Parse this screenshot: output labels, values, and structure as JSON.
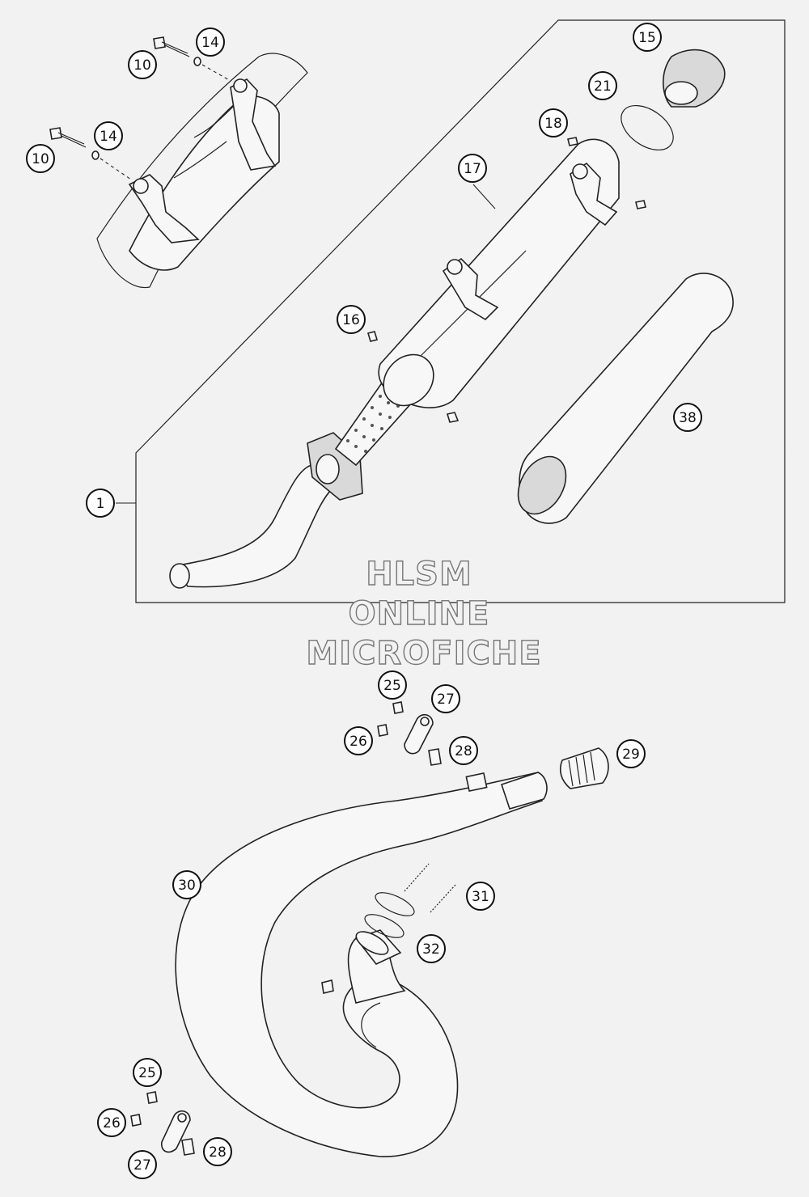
{
  "watermark": {
    "line1": "HLSM",
    "line2": "ONLINE",
    "line3": "MICROFICHE"
  },
  "callouts": [
    {
      "id": "c-10a",
      "label": "10"
    },
    {
      "id": "c-14a",
      "label": "14"
    },
    {
      "id": "c-10b",
      "label": "10"
    },
    {
      "id": "c-14b",
      "label": "14"
    },
    {
      "id": "c-15",
      "label": "15"
    },
    {
      "id": "c-21",
      "label": "21"
    },
    {
      "id": "c-18",
      "label": "18"
    },
    {
      "id": "c-17",
      "label": "17"
    },
    {
      "id": "c-16",
      "label": "16"
    },
    {
      "id": "c-38",
      "label": "38"
    },
    {
      "id": "c-1",
      "label": "1"
    },
    {
      "id": "c-25a",
      "label": "25"
    },
    {
      "id": "c-27a",
      "label": "27"
    },
    {
      "id": "c-26a",
      "label": "26"
    },
    {
      "id": "c-28a",
      "label": "28"
    },
    {
      "id": "c-29",
      "label": "29"
    },
    {
      "id": "c-30",
      "label": "30"
    },
    {
      "id": "c-31",
      "label": "31"
    },
    {
      "id": "c-32",
      "label": "32"
    },
    {
      "id": "c-25b",
      "label": "25"
    },
    {
      "id": "c-26b",
      "label": "26"
    },
    {
      "id": "c-27b",
      "label": "27"
    },
    {
      "id": "c-28b",
      "label": "28"
    }
  ]
}
